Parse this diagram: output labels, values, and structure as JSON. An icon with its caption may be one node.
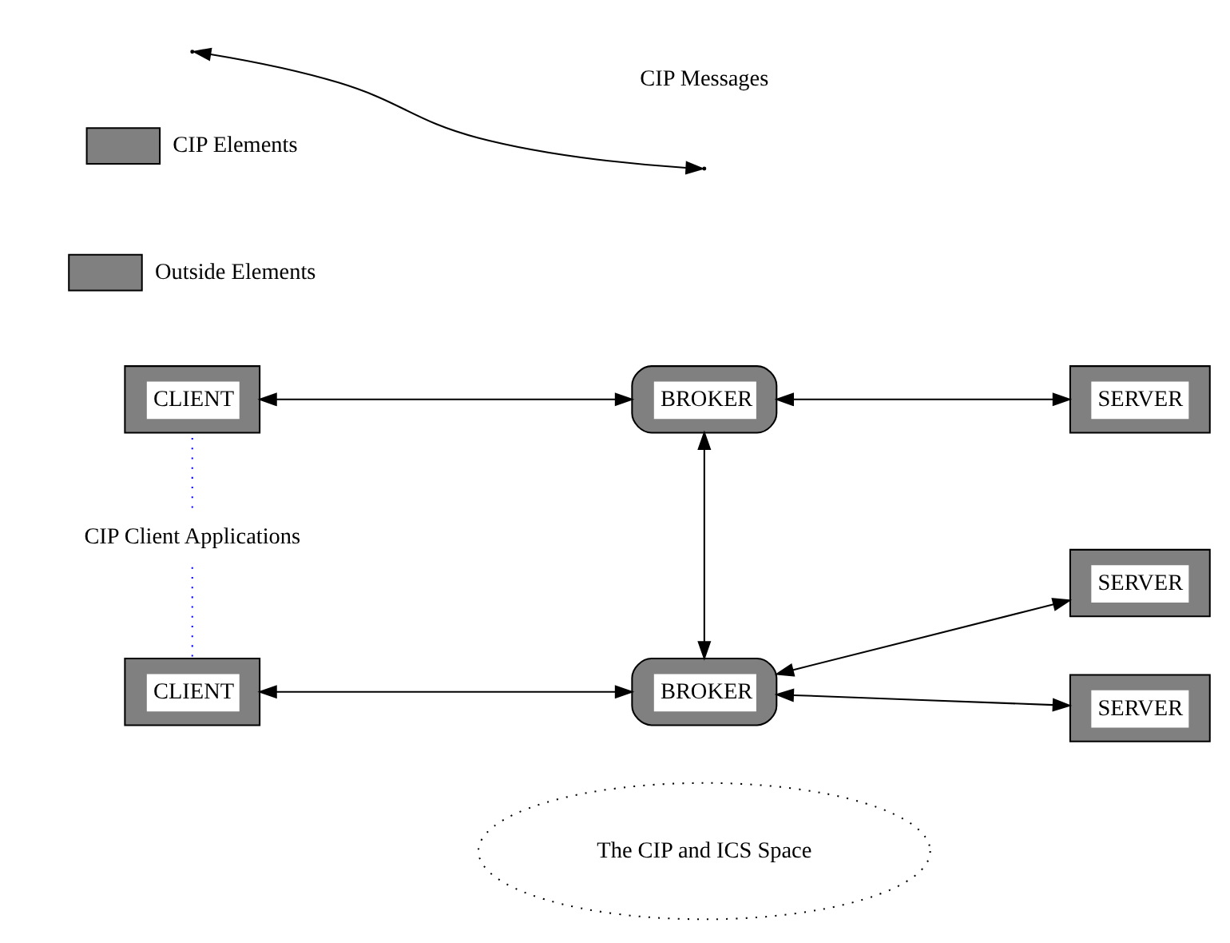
{
  "diagram": {
    "nodes": [
      {
        "text": [
          "The CIP and ICS Space"
        ]
      },
      {
        "text": [
          "SERVER"
        ]
      },
      {
        "text": [
          "CLIENT"
        ]
      },
      {
        "text": [
          "BROKER"
        ]
      },
      {
        "text": [
          "CIP Client Applications"
        ]
      },
      {
        "text": [
          "SERVER"
        ]
      },
      {
        "text": [
          "BROKER"
        ]
      },
      {
        "text": [
          "CLIENT"
        ]
      },
      {
        "text": [
          "SERVER"
        ]
      }
    ],
    "edges": [
      {
        "from": 2,
        "to": 3,
        "arrow": "both"
      },
      {
        "from": 3,
        "to": 1,
        "arrow": "both"
      },
      {
        "from": 3,
        "to": 6,
        "arrow": "both"
      },
      {
        "from": 6,
        "to": 5,
        "arrow": "both"
      },
      {
        "from": 6,
        "to": 7,
        "arrow": "both"
      },
      {
        "from": 6,
        "to": 8,
        "arrow": "both"
      },
      {
        "from": 4,
        "to": 2,
        "arrow": "none",
        "style": "dashed",
        "color": "#0000ff"
      },
      {
        "from": 4,
        "to": 7,
        "arrow": "none",
        "style": "dashed",
        "color": "#0000ff"
      }
    ],
    "legend": [
      {
        "text": "CIP Messages"
      },
      {
        "text": "CIP Elements",
        "color": "#808080"
      },
      {
        "text": "Outside Elements",
        "color": "#808080"
      }
    ]
  }
}
